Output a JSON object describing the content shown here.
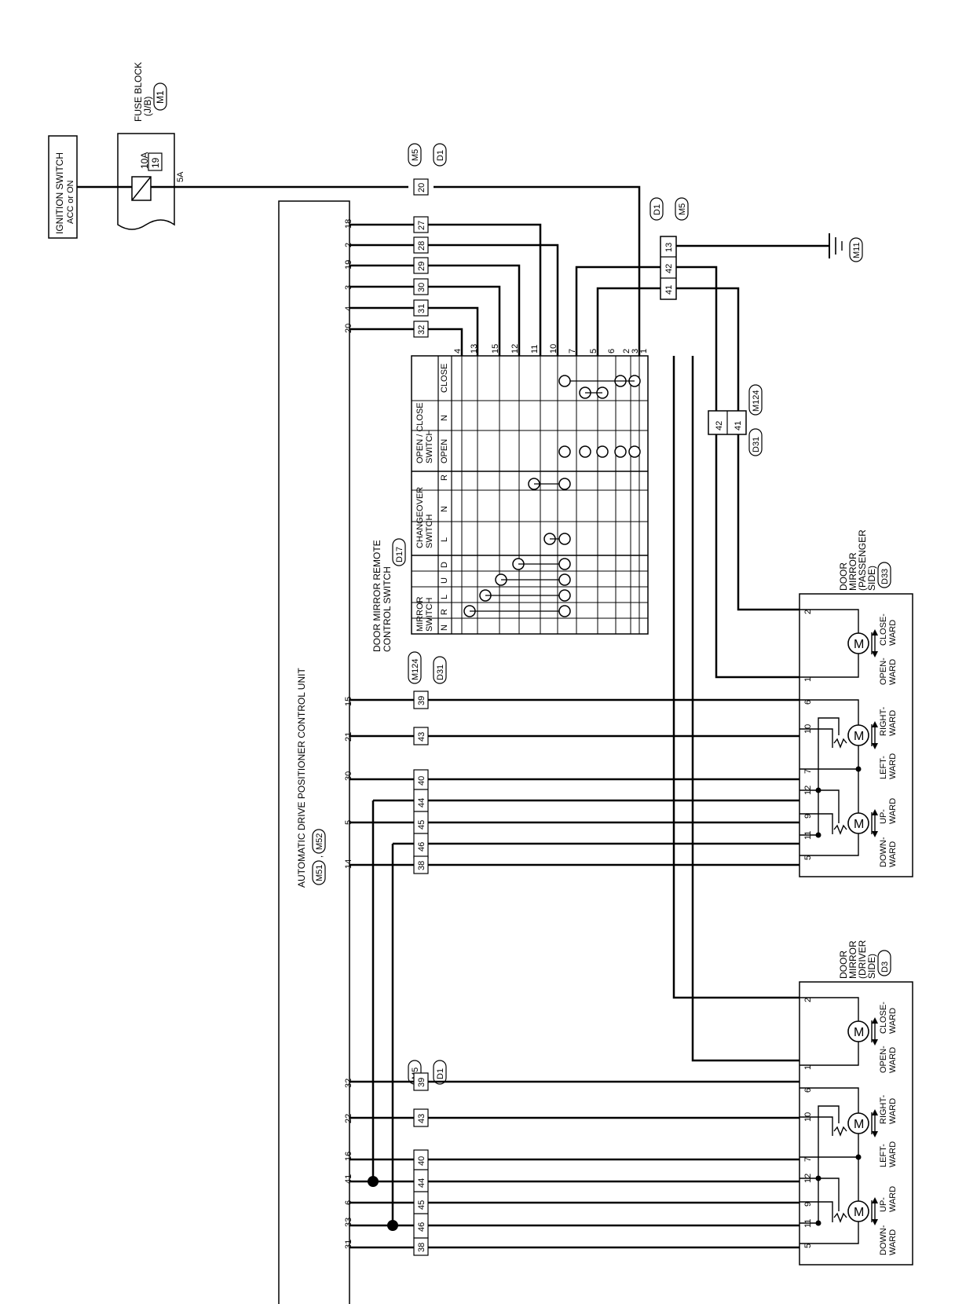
{
  "ignition_switch": {
    "line1": "IGNITION SWITCH",
    "line2": "ACC or ON"
  },
  "fuse_block": {
    "line1": "FUSE BLOCK",
    "line2": "(J/B)",
    "connector": "M1",
    "fuse_amp": "10A",
    "fuse_no": "19",
    "wire_no": "5A"
  },
  "unit": {
    "title": "AUTOMATIC DRIVE POSITIONER CONTROL UNIT",
    "conn1": "M51",
    "sep": ",",
    "conn2": "M52"
  },
  "top_connector": {
    "a": "M5",
    "b": "D1",
    "pins": [
      "20",
      "27",
      "28",
      "29",
      "30",
      "31",
      "32"
    ],
    "cu_pins": [
      "18",
      "2",
      "19",
      "3",
      "4",
      "20"
    ]
  },
  "ground_connector": {
    "a": "D1",
    "b": "M5",
    "pins": [
      "13",
      "42",
      "41"
    ],
    "ground": "M11"
  },
  "passenger_connector": {
    "a": "M124",
    "b": "D31",
    "pins": [
      "42",
      "41"
    ]
  },
  "remote_switch": {
    "title1": "DOOR MIRROR REMOTE",
    "title2": "CONTROL SWITCH",
    "connector": "D17",
    "mirror_switch_1": "MIRROR",
    "mirror_switch_2": "SWITCH",
    "changeover_1": "CHANGEOVER",
    "changeover_2": "SWITCH",
    "openclose_1": "OPEN / CLOSE",
    "openclose_2": "SWITCH",
    "mirror_cols": [
      "N",
      "R",
      "L",
      "U",
      "D"
    ],
    "changeover_cols": [
      "L",
      "N",
      "R"
    ],
    "openclose_cols": [
      "OPEN",
      "N",
      "CLOSE"
    ],
    "pins": [
      "4",
      "13",
      "15",
      "12",
      "11",
      "10",
      "7",
      "5",
      "6",
      "2",
      "3",
      "1"
    ]
  },
  "mid_connector": {
    "a": "M124",
    "b": "D31",
    "pins": [
      "39",
      "43",
      "40",
      "44",
      "45",
      "46",
      "38"
    ],
    "cu_pins": [
      "15",
      "21",
      "30",
      "5",
      "14"
    ]
  },
  "low_connector": {
    "a": "M5",
    "b": "D1",
    "pins": [
      "39",
      "43",
      "40",
      "44",
      "45",
      "46",
      "38"
    ],
    "cu_pins": [
      "32",
      "22",
      "16",
      "41",
      "6",
      "33",
      "31"
    ]
  },
  "passenger_mirror": {
    "line1": "DOOR",
    "line2": "MIRROR",
    "line3": "(PASSENGER",
    "line4": "SIDE)",
    "connector": "D33",
    "pins": [
      "2",
      "1",
      "6",
      "10",
      "7",
      "12",
      "9",
      "11",
      "5"
    ],
    "motor": "M",
    "labels_a": [
      "CLOSE-",
      "OPEN-",
      "RIGHT-",
      "LEFT-",
      "UP-",
      "DOWN-"
    ],
    "labels_b": [
      "WARD",
      "WARD",
      "WARD",
      "WARD",
      "WARD",
      "WARD"
    ]
  },
  "driver_mirror": {
    "line1": "DOOR",
    "line2": "MIRROR",
    "line3": "(DRIVER",
    "line4": "SIDE)",
    "connector": "D3",
    "pins": [
      "2",
      "1",
      "6",
      "10",
      "7",
      "12",
      "9",
      "11",
      "5"
    ],
    "motor": "M",
    "labels_a": [
      "CLOSE-",
      "OPEN-",
      "RIGHT-",
      "LEFT-",
      "UP-",
      "DOWN-"
    ],
    "labels_b": [
      "WARD",
      "WARD",
      "WARD",
      "WARD",
      "WARD",
      "WARD"
    ]
  }
}
